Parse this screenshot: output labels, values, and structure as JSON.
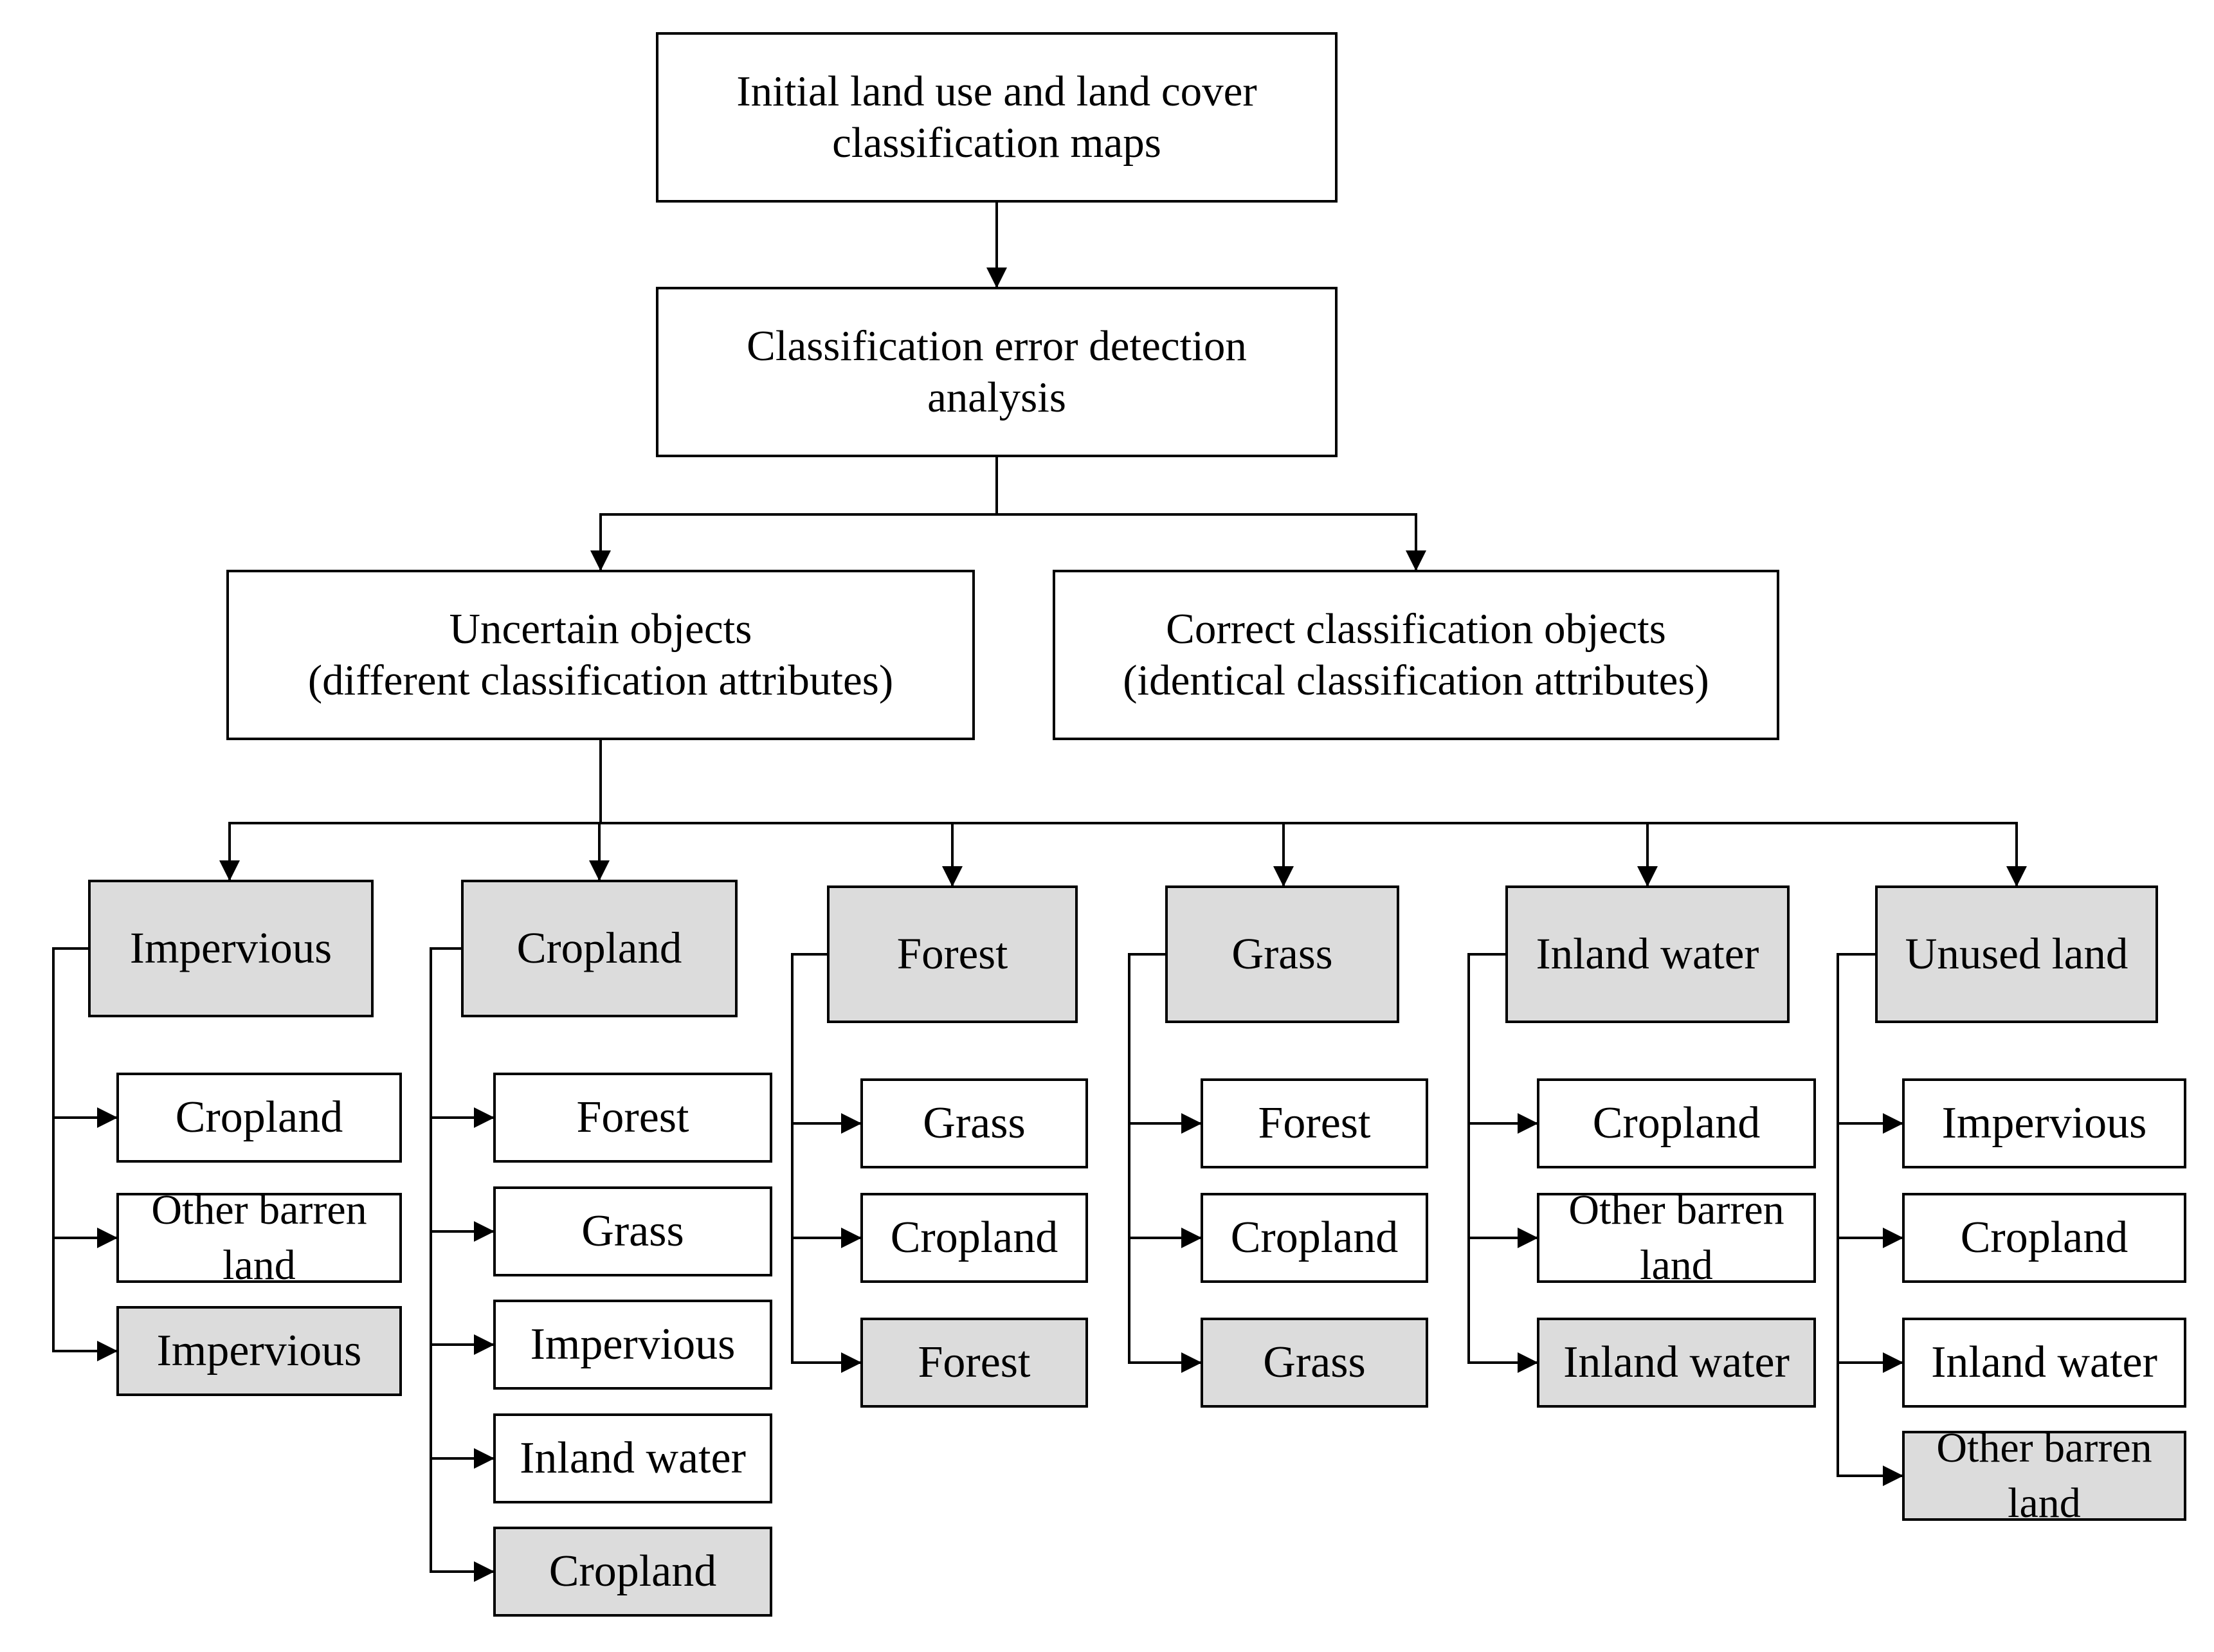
{
  "top": {
    "initial_maps": [
      "Initial land use and land cover",
      "classification maps"
    ],
    "error_detection": [
      "Classification error detection",
      "analysis"
    ],
    "uncertain_objects": [
      "Uncertain objects",
      "(different classification attributes)"
    ],
    "correct_objects": [
      "Correct classification objects",
      "(identical classification attributes)"
    ]
  },
  "categories": [
    {
      "name": "Impervious",
      "items": [
        {
          "label": [
            "Cropland"
          ],
          "shaded": false
        },
        {
          "label": [
            "Other barren",
            "land"
          ],
          "shaded": false
        },
        {
          "label": [
            "Impervious"
          ],
          "shaded": true
        }
      ]
    },
    {
      "name": "Cropland",
      "items": [
        {
          "label": [
            "Forest"
          ],
          "shaded": false
        },
        {
          "label": [
            "Grass"
          ],
          "shaded": false
        },
        {
          "label": [
            "Impervious"
          ],
          "shaded": false
        },
        {
          "label": [
            "Inland water"
          ],
          "shaded": false
        },
        {
          "label": [
            "Cropland"
          ],
          "shaded": true
        }
      ]
    },
    {
      "name": "Forest",
      "items": [
        {
          "label": [
            "Grass"
          ],
          "shaded": false
        },
        {
          "label": [
            "Cropland"
          ],
          "shaded": false
        },
        {
          "label": [
            "Forest"
          ],
          "shaded": true
        }
      ]
    },
    {
      "name": "Grass",
      "items": [
        {
          "label": [
            "Forest"
          ],
          "shaded": false
        },
        {
          "label": [
            "Cropland"
          ],
          "shaded": false
        },
        {
          "label": [
            "Grass"
          ],
          "shaded": true
        }
      ]
    },
    {
      "name": "Inland water",
      "items": [
        {
          "label": [
            "Cropland"
          ],
          "shaded": false
        },
        {
          "label": [
            "Other barren",
            "land"
          ],
          "shaded": false
        },
        {
          "label": [
            "Inland water"
          ],
          "shaded": true
        }
      ]
    },
    {
      "name": "Unused land",
      "items": [
        {
          "label": [
            "Impervious"
          ],
          "shaded": false
        },
        {
          "label": [
            "Cropland"
          ],
          "shaded": false
        },
        {
          "label": [
            "Inland water"
          ],
          "shaded": false
        },
        {
          "label": [
            "Other barren",
            "land"
          ],
          "shaded": true
        }
      ]
    }
  ],
  "colors": {
    "line": "#000000",
    "shaded_fill": "#dcdcdc",
    "plain_fill": "#ffffff"
  }
}
